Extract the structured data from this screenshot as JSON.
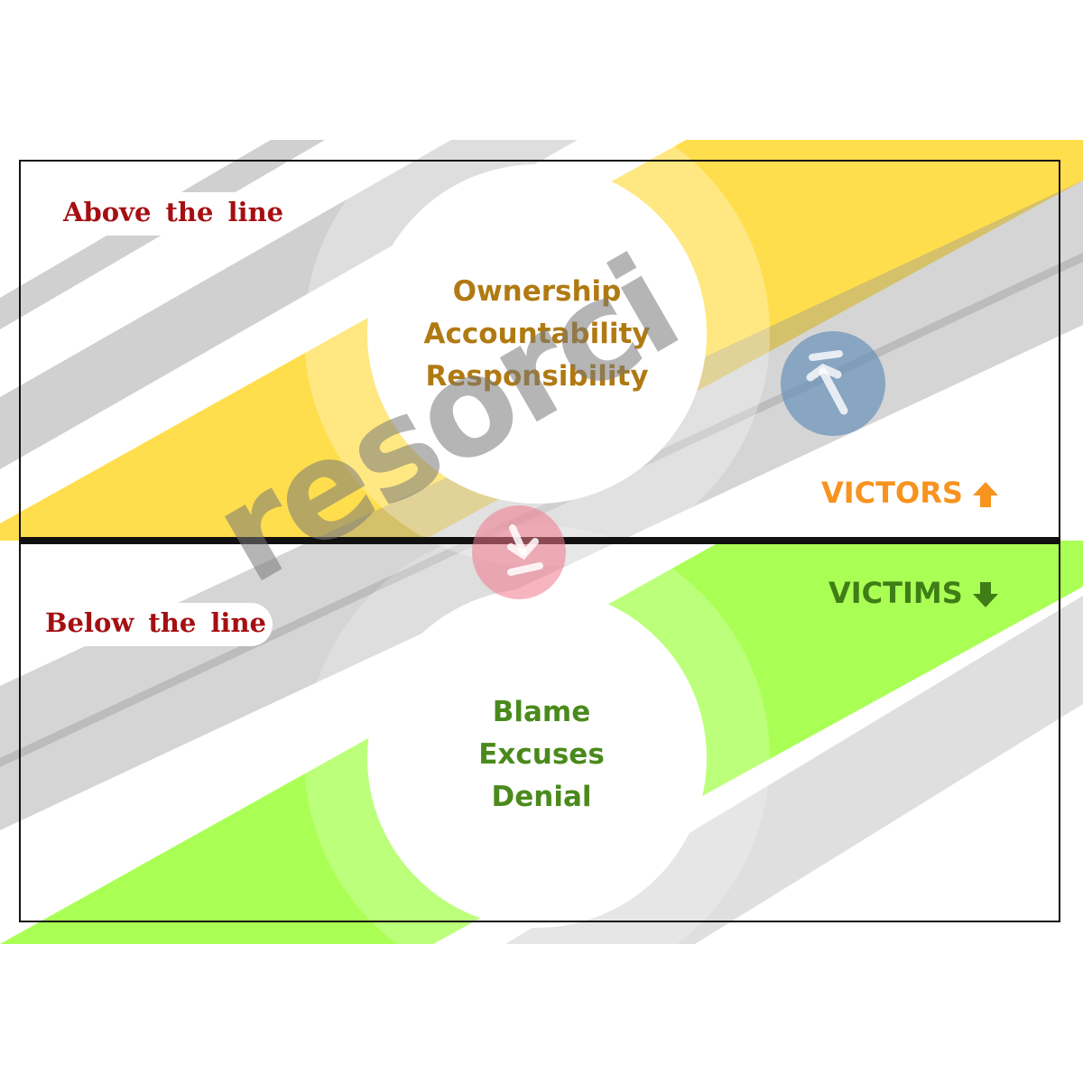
{
  "above": {
    "label": "Above the line",
    "tag": "VICTORS",
    "tag_color": "#f7931e",
    "items": [
      "Ownership",
      "Accountability",
      "Responsibility"
    ],
    "item_color": "#b07a12",
    "band_color": "#ffde4d"
  },
  "below": {
    "label": "Below the line",
    "tag": "VICTIMS",
    "tag_color": "#3f7d16",
    "items": [
      "Blame",
      "Excuses",
      "Denial"
    ],
    "item_color": "#4a8a1c",
    "band_color": "#aaff55"
  },
  "label_color": "#a50f12",
  "divider_color": "#111111",
  "watermark": {
    "text": "resorci",
    "badge_up_icon": "arrow-up-in-circle-icon",
    "badge_down_icon": "arrow-down-in-circle-icon"
  }
}
